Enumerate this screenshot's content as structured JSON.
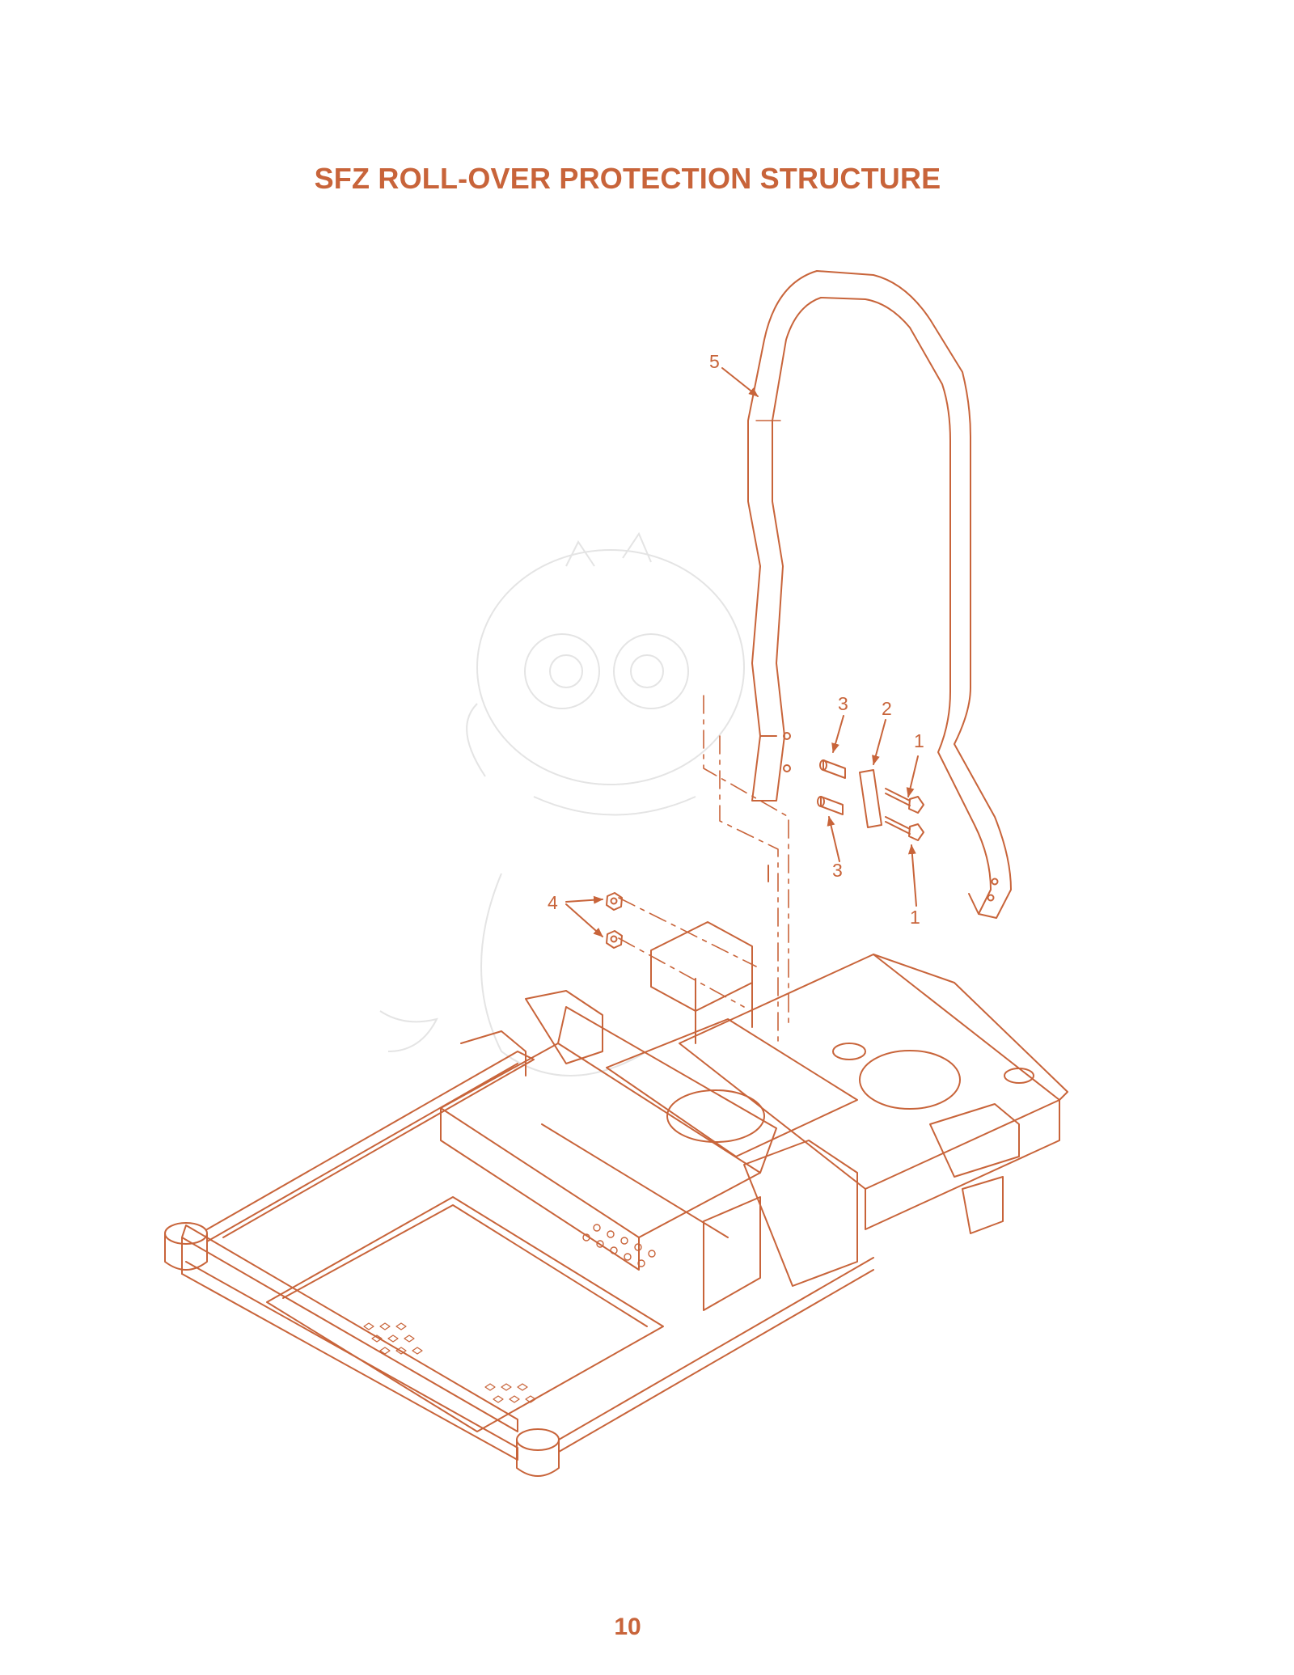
{
  "page": {
    "title": "SFZ ROLL-OVER PROTECTION STRUCTURE",
    "page_number": "10"
  },
  "colors": {
    "line": "#c8643a",
    "watermark": "#e2e2e2",
    "background": "#ffffff"
  },
  "callouts": {
    "bolt_upper": "1",
    "bolt_lower": "1",
    "plate": "2",
    "spacer_upper": "3",
    "spacer_lower": "3",
    "nuts": "4",
    "rops_bar": "5"
  }
}
